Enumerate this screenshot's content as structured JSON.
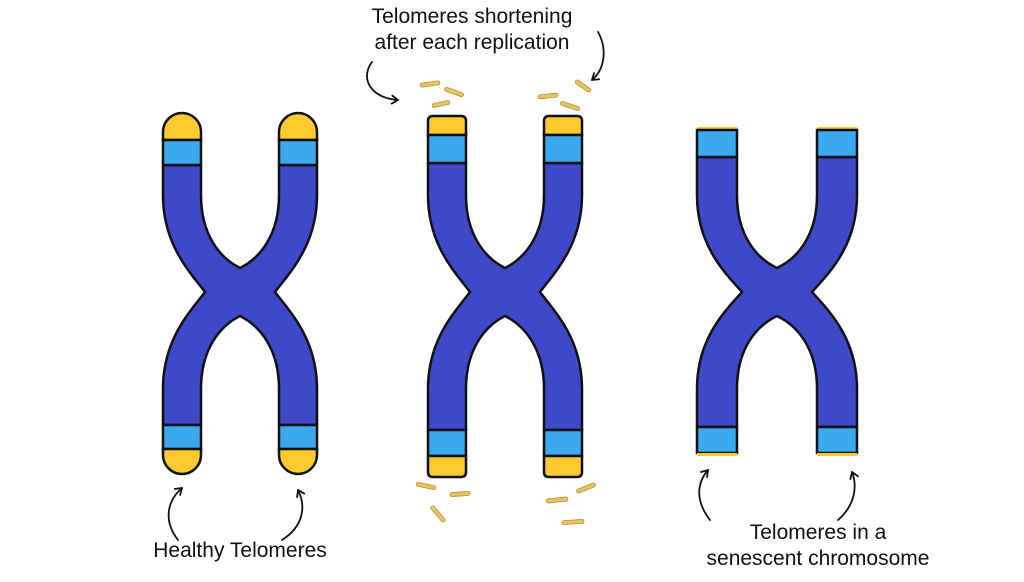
{
  "labels": {
    "shortening_line1": "Telomeres shortening",
    "shortening_line2": "after each replication",
    "healthy": "Healthy Telomeres",
    "senescent_line1": "Telomeres in a",
    "senescent_line2": "senescent chromosome"
  },
  "colors": {
    "chromosome_body": "#3f48c8",
    "band": "#3aa9ee",
    "telomere_cap": "#ffc930",
    "telomere_fragment": "#e8c268",
    "outline": "#111111"
  },
  "icons": {
    "arrow": "curved-arrow-icon",
    "fragment": "telomere-fragment-icon"
  }
}
